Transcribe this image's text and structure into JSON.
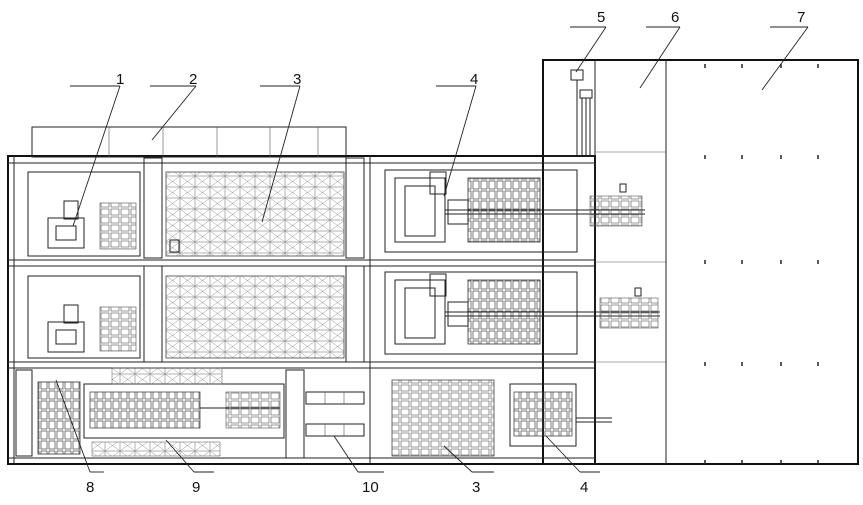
{
  "labels": {
    "top": [
      "1",
      "2",
      "3",
      "4",
      "5",
      "6",
      "7"
    ],
    "bottom": [
      "8",
      "9",
      "10",
      "3",
      "4"
    ]
  }
}
